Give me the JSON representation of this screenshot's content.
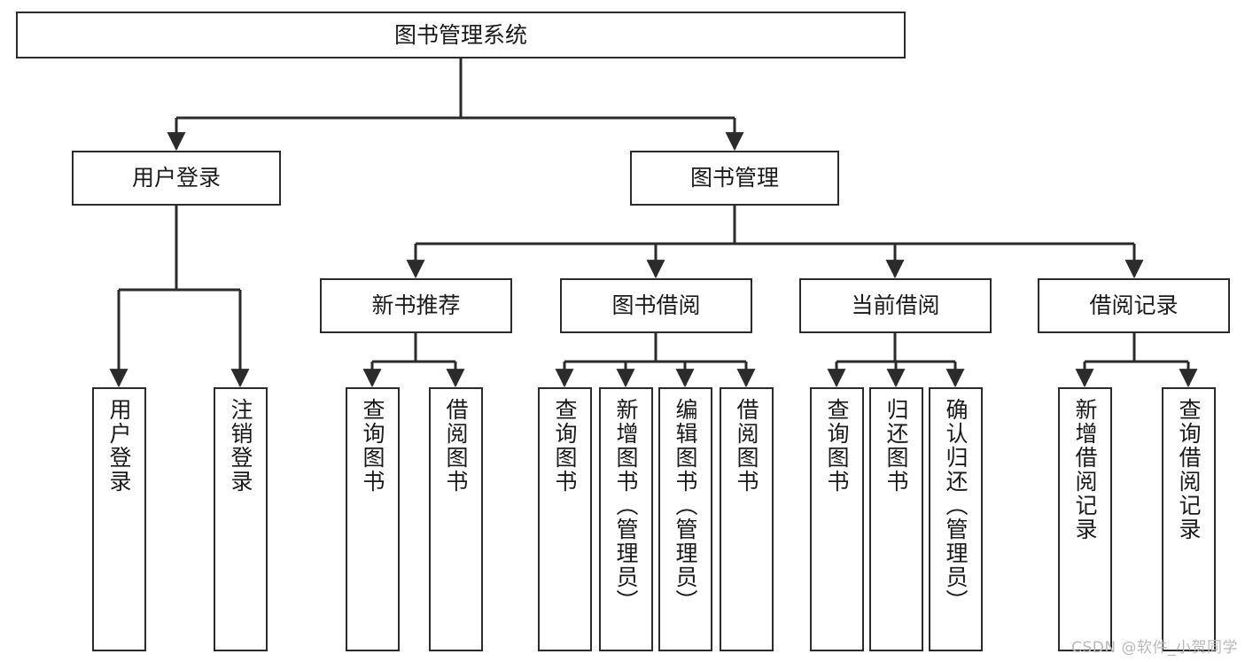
{
  "diagram": {
    "title": "图书管理系统",
    "type": "tree-hierarchy",
    "watermark": "CSDN @软件_小贺同学",
    "colors": {
      "background": "#ffffff",
      "box_border": "#2b2b2b",
      "box_fill": "#ffffff",
      "connector": "#2b2b2b",
      "text": "#1a1a1a",
      "watermark": "#b9b9b9"
    },
    "levels": {
      "root": "图书管理系统",
      "level2": [
        "用户登录",
        "图书管理"
      ],
      "level3": [
        "新书推荐",
        "图书借阅",
        "当前借阅",
        "借阅记录"
      ]
    },
    "nodes": {
      "root": {
        "label": "图书管理系统"
      },
      "user_login": {
        "label": "用户登录"
      },
      "book_manage": {
        "label": "图书管理"
      },
      "new_book_rec": {
        "label": "新书推荐"
      },
      "book_borrow": {
        "label": "图书借阅"
      },
      "current_borrow": {
        "label": "当前借阅"
      },
      "borrow_record": {
        "label": "借阅记录"
      },
      "leaf_user_login": {
        "label": "用户登录"
      },
      "leaf_logout": {
        "label": "注销登录"
      },
      "leaf_query_book_1": {
        "label": "查询图书"
      },
      "leaf_borrow_book_1": {
        "label": "借阅图书"
      },
      "leaf_query_book_2": {
        "label": "查询图书"
      },
      "leaf_add_book": {
        "label": "新增图书（管理员）"
      },
      "leaf_edit_book": {
        "label": "编辑图书（管理员）"
      },
      "leaf_borrow_book_2": {
        "label": "借阅图书"
      },
      "leaf_query_book_3": {
        "label": "查询图书"
      },
      "leaf_return_book": {
        "label": "归还图书"
      },
      "leaf_confirm_return": {
        "label": "确认归还（管理员）"
      },
      "leaf_add_record": {
        "label": "新增借阅记录"
      },
      "leaf_query_record": {
        "label": "查询借阅记录"
      }
    },
    "edges": [
      {
        "from": "root",
        "to": "用户登录"
      },
      {
        "from": "root",
        "to": "图书管理"
      },
      {
        "from": "用户登录",
        "to": "用户登录(叶)"
      },
      {
        "from": "用户登录",
        "to": "注销登录"
      },
      {
        "from": "图书管理",
        "to": "新书推荐"
      },
      {
        "from": "图书管理",
        "to": "图书借阅"
      },
      {
        "from": "图书管理",
        "to": "当前借阅"
      },
      {
        "from": "图书管理",
        "to": "借阅记录"
      },
      {
        "from": "新书推荐",
        "to": "查询图书"
      },
      {
        "from": "新书推荐",
        "to": "借阅图书"
      },
      {
        "from": "图书借阅",
        "to": "查询图书"
      },
      {
        "from": "图书借阅",
        "to": "新增图书（管理员）"
      },
      {
        "from": "图书借阅",
        "to": "编辑图书（管理员）"
      },
      {
        "from": "图书借阅",
        "to": "借阅图书"
      },
      {
        "from": "当前借阅",
        "to": "查询图书"
      },
      {
        "from": "当前借阅",
        "to": "归还图书"
      },
      {
        "from": "当前借阅",
        "to": "确认归还（管理员）"
      },
      {
        "from": "借阅记录",
        "to": "新增借阅记录"
      },
      {
        "from": "借阅记录",
        "to": "查询借阅记录"
      }
    ]
  }
}
